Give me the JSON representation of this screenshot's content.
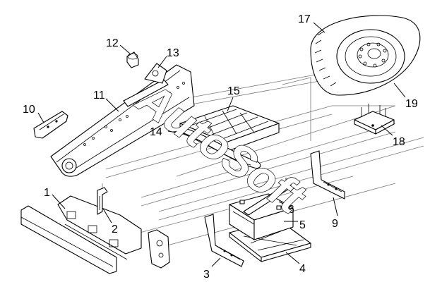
{
  "diagram": {
    "callouts": [
      {
        "id": "c1",
        "label": "1"
      },
      {
        "id": "c2",
        "label": "2"
      },
      {
        "id": "c3",
        "label": "3"
      },
      {
        "id": "c4",
        "label": "4"
      },
      {
        "id": "c5",
        "label": "5"
      },
      {
        "id": "c6",
        "label": "6"
      },
      {
        "id": "c9",
        "label": "9"
      },
      {
        "id": "c10",
        "label": "10"
      },
      {
        "id": "c11",
        "label": "11"
      },
      {
        "id": "c12",
        "label": "12"
      },
      {
        "id": "c13",
        "label": "13"
      },
      {
        "id": "c14",
        "label": "14"
      },
      {
        "id": "c15",
        "label": "15"
      },
      {
        "id": "c17",
        "label": "17"
      },
      {
        "id": "c18",
        "label": "18"
      },
      {
        "id": "c19",
        "label": "19"
      }
    ],
    "watermark": "AutoSoft"
  }
}
